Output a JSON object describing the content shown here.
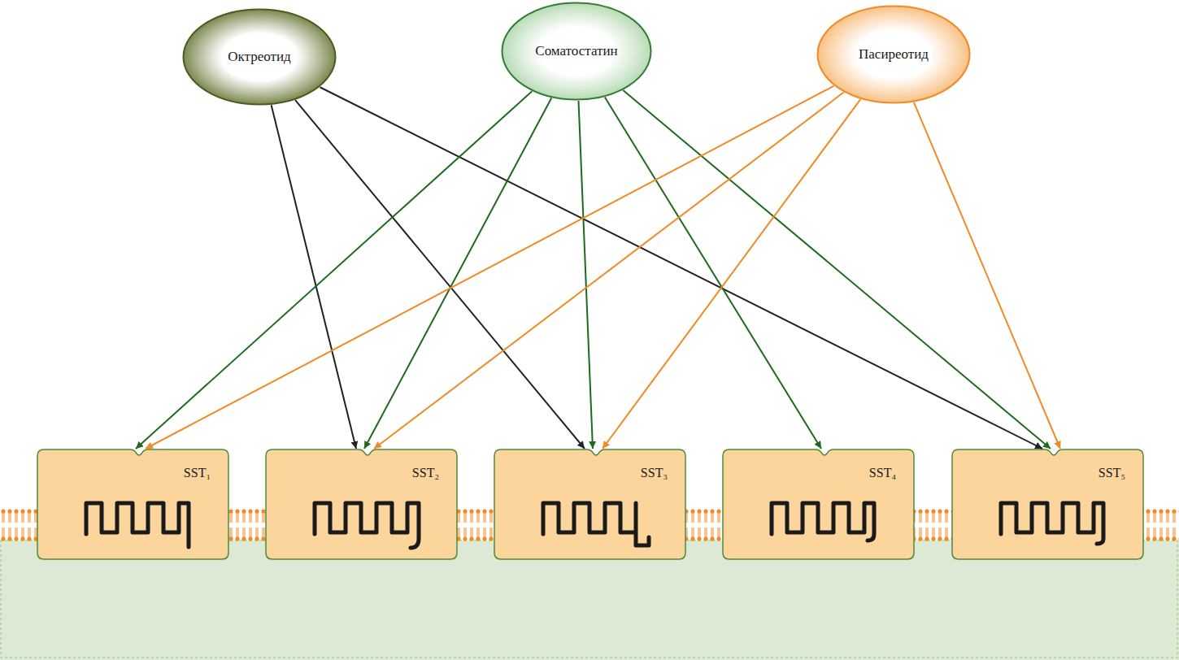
{
  "diagram": {
    "nodes": [
      {
        "text": [
          "Октреотид"
        ]
      },
      {
        "text": [
          "Соматостатин"
        ]
      },
      {
        "text": [
          "Пасиреотид"
        ]
      },
      {
        "text": [
          "SST₁"
        ]
      },
      {
        "text": [
          "SST₂"
        ]
      },
      {
        "text": [
          "SST₃"
        ]
      },
      {
        "text": [
          "SST₄"
        ]
      },
      {
        "text": [
          "SST₅"
        ]
      }
    ],
    "edges": [
      {
        "from": 0,
        "to": 4,
        "arrow": "to"
      },
      {
        "from": 0,
        "to": 5,
        "arrow": "to"
      },
      {
        "from": 0,
        "to": 7,
        "arrow": "to"
      },
      {
        "from": 1,
        "to": 3,
        "arrow": "to"
      },
      {
        "from": 1,
        "to": 4,
        "arrow": "to"
      },
      {
        "from": 1,
        "to": 5,
        "arrow": "to"
      },
      {
        "from": 1,
        "to": 6,
        "arrow": "to"
      },
      {
        "from": 1,
        "to": 7,
        "arrow": "to"
      },
      {
        "from": 2,
        "to": 3,
        "arrow": "to"
      },
      {
        "from": 2,
        "to": 4,
        "arrow": "to"
      },
      {
        "from": 2,
        "to": 5,
        "arrow": "to"
      },
      {
        "from": 2,
        "to": 7,
        "arrow": "to"
      }
    ]
  }
}
